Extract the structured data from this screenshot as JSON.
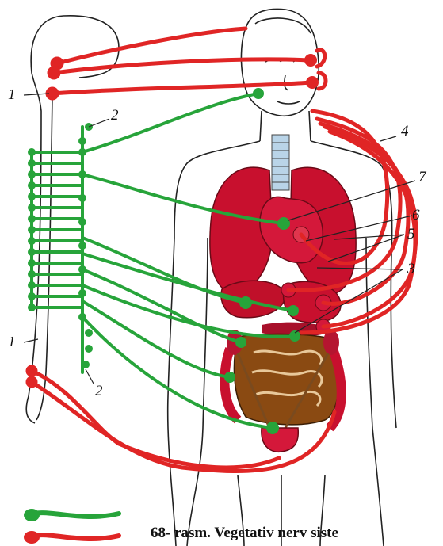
{
  "labels": {
    "l1_top": "1",
    "l1_bottom": "1",
    "l2_top": "2",
    "l2_bottom": "2",
    "l3": "3",
    "l4": "4",
    "l5": "5",
    "l6": "6",
    "l7": "7"
  },
  "caption": "68- rasm. Vegetativ nerv siste",
  "colors": {
    "sympathetic": "#27a43a",
    "parasympathetic": "#e02525",
    "organ": "#c8102e",
    "organ_dark": "#8d0b20",
    "intestine": "#8a4a12"
  }
}
